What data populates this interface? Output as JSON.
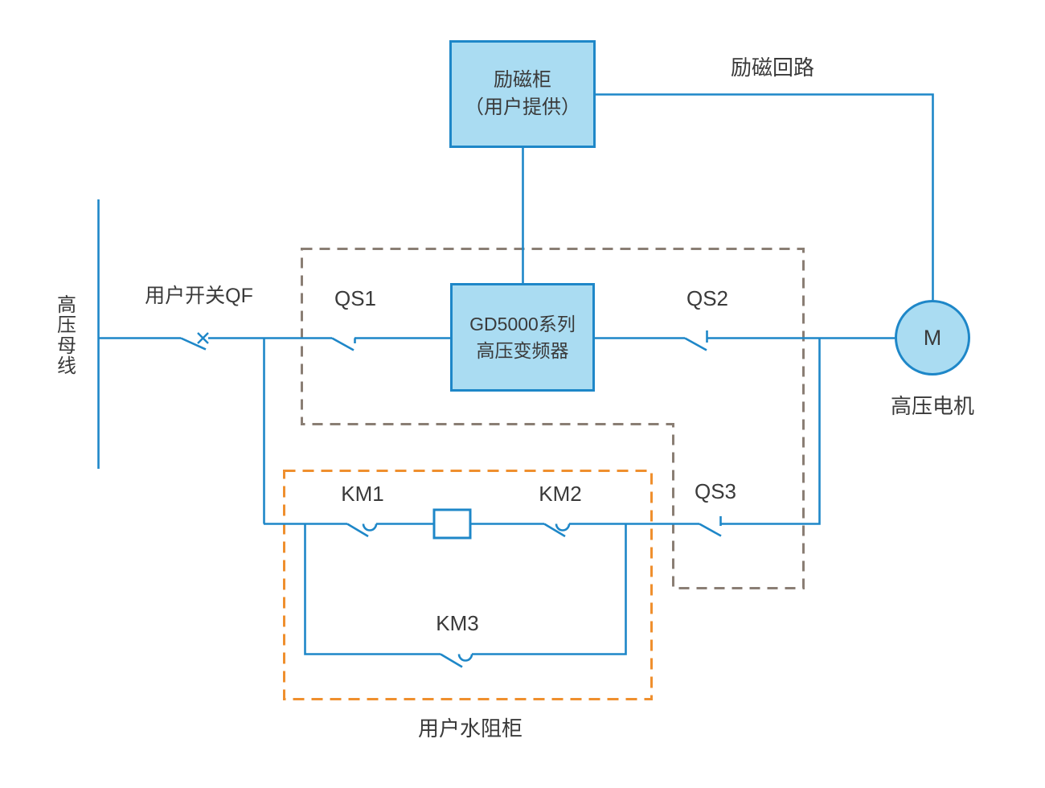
{
  "diagram": {
    "title_hint": "GD5000 series high-voltage inverter one-line diagram",
    "labels": {
      "busbar": "高压母线",
      "user_switch_qf": "用户开关QF",
      "qs1": "QS1",
      "qs2": "QS2",
      "qs3": "QS3",
      "km1": "KM1",
      "km2": "KM2",
      "km3": "KM3",
      "excitation_circuit": "励磁回路",
      "motor": "高压电机",
      "water_resistance_cabinet": "用户水阻柜",
      "motor_symbol": "M"
    },
    "boxes": {
      "excitation_cabinet": {
        "line1": "励磁柜",
        "line2": "（用户提供）"
      },
      "inverter": {
        "line1": "GD5000系列",
        "line2": "高压变频器"
      }
    },
    "colors": {
      "wire_blue": "#1e87c8",
      "box_fill_blue": "#aadcf2",
      "boundary_dash_gray": "#8a7e74",
      "boundary_dash_orange": "#ef8f2e",
      "text": "#3a3a3a",
      "background": "#ffffff"
    }
  }
}
